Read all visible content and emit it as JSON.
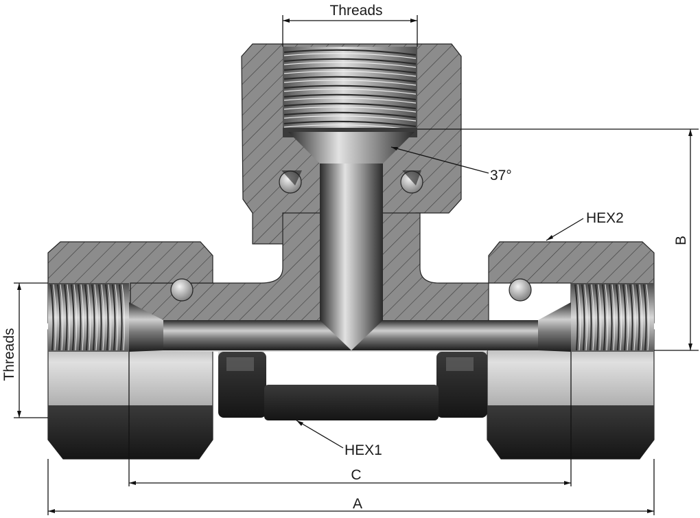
{
  "labels": {
    "threads_top": "Threads",
    "threads_left": "Threads",
    "angle": "37°",
    "hex2": "HEX2",
    "hex1": "HEX1",
    "dim_b": "B",
    "dim_c": "C",
    "dim_a": "A"
  },
  "colors": {
    "section_fill": "#8c8c8c",
    "hatch": "#3a3a3a",
    "steel_light": "#d6d6d6",
    "steel_mid": "#9a9a9a",
    "steel_dark": "#2b2b2b",
    "background": "#ffffff"
  }
}
